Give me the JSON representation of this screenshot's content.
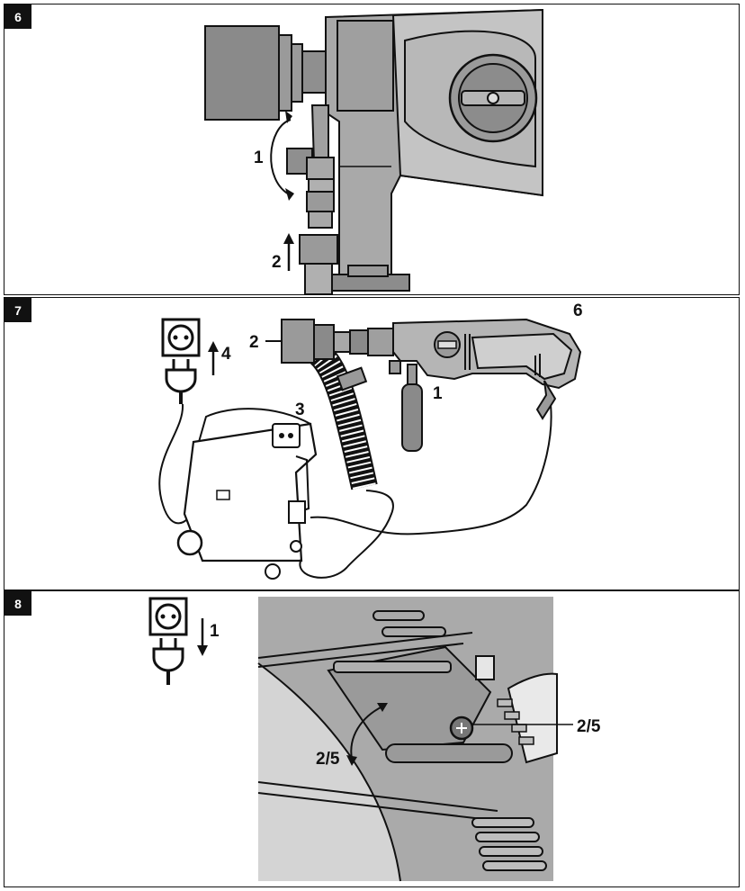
{
  "figures": [
    {
      "number": "6",
      "callouts": {
        "rotate": "1",
        "push": "2"
      }
    },
    {
      "number": "7",
      "callouts": {
        "side_handle": "1",
        "bit": "2",
        "vacuum": "3",
        "plug_in": "4",
        "drill": "6"
      }
    },
    {
      "number": "8",
      "callouts": {
        "unplug": "1",
        "screw": "2/5",
        "cover": "2/5"
      }
    }
  ],
  "icons": [
    "socket-icon",
    "plug-icon",
    "arrow-up-icon",
    "arrow-down-icon",
    "rotate-arrow-icon"
  ],
  "colors": {
    "ink": "#111111",
    "metal_dark": "#8a8a8a",
    "metal_mid": "#a9a9a9",
    "metal_light": "#cfcfcf"
  }
}
